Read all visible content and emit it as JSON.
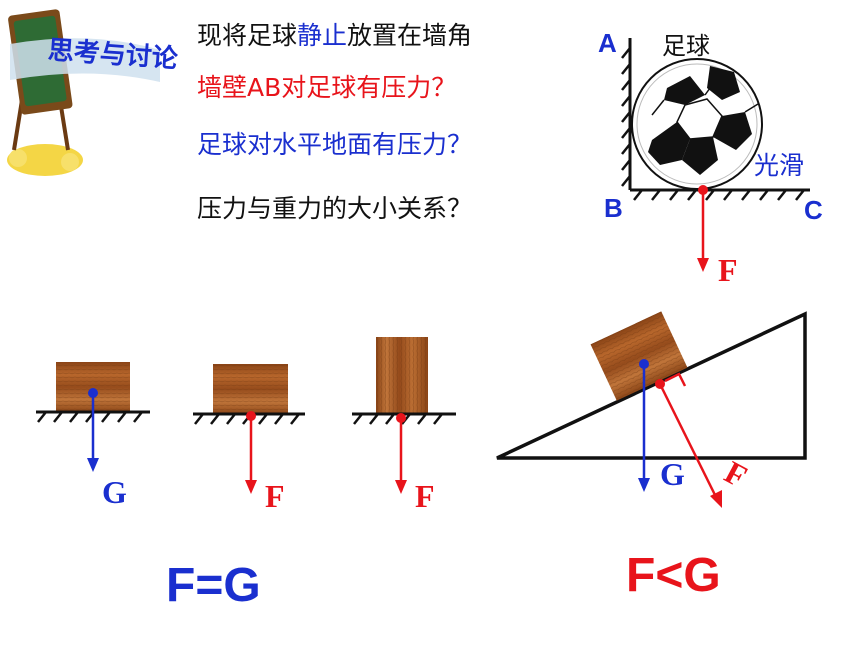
{
  "badge": {
    "text": "思考与讨论"
  },
  "questions": {
    "q1_prefix": "现将足球",
    "q1_highlight": "静止",
    "q1_suffix": "放置在墙角",
    "q2": "墙壁AB对足球有压力？",
    "q3": "足球对水平地面有压力？",
    "q4": "压力与重力的大小关系？"
  },
  "ball_diagram": {
    "label_a": "A",
    "label_b": "B",
    "label_c": "C",
    "ball_label": "足球",
    "smooth_label": "光滑",
    "force_label": "F"
  },
  "blocks": {
    "label_g": "G",
    "label_f1": "F",
    "label_f2": "F",
    "equation": "F=G"
  },
  "incline": {
    "label_g": "G",
    "label_f": "F",
    "equation": "F<G"
  },
  "colors": {
    "red": "#e8141b",
    "blue": "#1a2fcf",
    "wood": "#a0531f",
    "ground": "#111111"
  }
}
